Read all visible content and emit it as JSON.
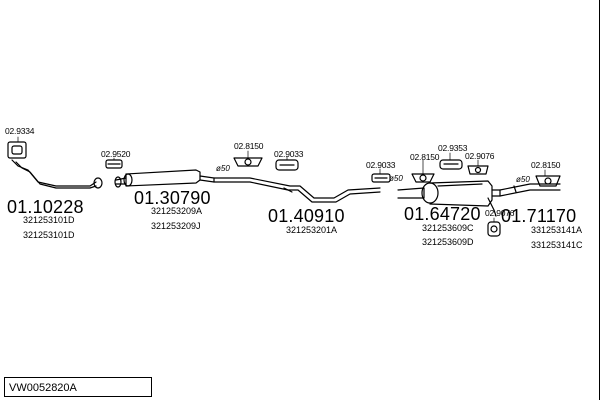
{
  "title": "VW0052820A",
  "parts": {
    "p1": {
      "number": "01.10228",
      "oem": [
        "321253101D",
        "321253101D"
      ]
    },
    "p2": {
      "number": "01.30790",
      "oem": [
        "321253209A",
        "321253209J"
      ]
    },
    "p3": {
      "number": "01.40910",
      "oem": [
        "321253201A"
      ]
    },
    "p4": {
      "number": "01.64720",
      "oem": [
        "321253609C",
        "321253609D"
      ]
    },
    "p5": {
      "number": "01.71170",
      "oem": [
        "331253141A",
        "331253141C"
      ]
    }
  },
  "accessories": {
    "a1": "02.9334",
    "a2": "02.9520",
    "a3": "02.8150",
    "a4": "02.9033",
    "a5": "02.9033",
    "a6": "02.8150",
    "a7": "02.9353",
    "a8": "02.9076",
    "a9": "02.8150",
    "a10": "02.9076"
  },
  "diameters": {
    "d1": "ø50",
    "d2": "ø50",
    "d3": "ø50"
  }
}
